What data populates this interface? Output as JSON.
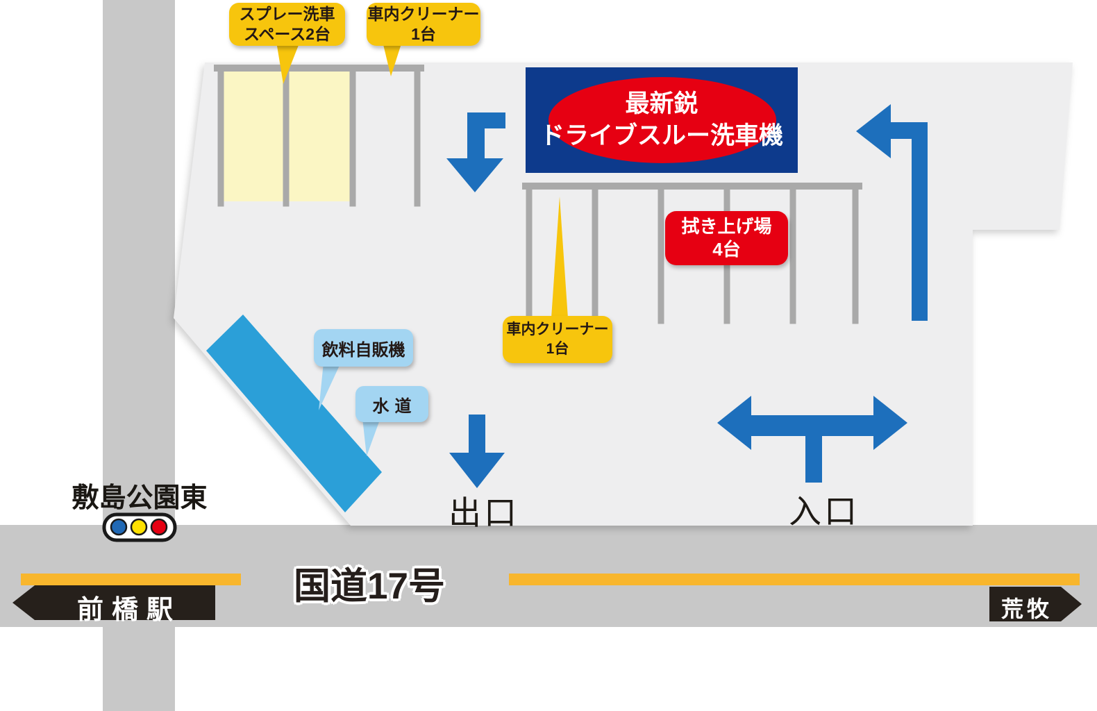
{
  "map": {
    "facility_labels": {
      "spray_wash": {
        "line1": "スプレー洗車",
        "line2": "スペース2台"
      },
      "interior_cleaner_top": {
        "line1": "車内クリーナー",
        "line2": "1台"
      },
      "interior_cleaner_mid": {
        "line1": "車内クリーナー",
        "line2": "1台"
      },
      "wipe_up_area": {
        "line1": "拭き上げ場",
        "line2": "4台"
      },
      "vending_machine": "飲料自販機",
      "water_tap": "水道",
      "car_wash_banner": {
        "line1": "最新鋭",
        "line2": "ドライブスルー洗車機"
      }
    },
    "gates": {
      "exit": "出口",
      "entrance": "入口"
    },
    "roads": {
      "intersection_name": "敷島公園東",
      "route_name": "国道17号",
      "west_destination": "前橋駅",
      "east_destination": "荒牧"
    },
    "colors": {
      "lot": "#EEEEEF",
      "road": "#C8C8C8",
      "parking_line": "#A9A9A9",
      "highlight_space": "#FBF6C4",
      "callout_yellow": "#F7C50D",
      "callout_blue": "#A3D5F2",
      "structure_blue": "#2B9FD8",
      "arrow_blue": "#1D6FBC",
      "banner_navy": "#0D3A8C",
      "accent_red": "#E60012",
      "center_line_orange": "#F8B62D",
      "sign_black": "#26201B",
      "signal_blue": "#2169B5",
      "signal_yellow": "#FFE100",
      "signal_red": "#E60012"
    }
  }
}
